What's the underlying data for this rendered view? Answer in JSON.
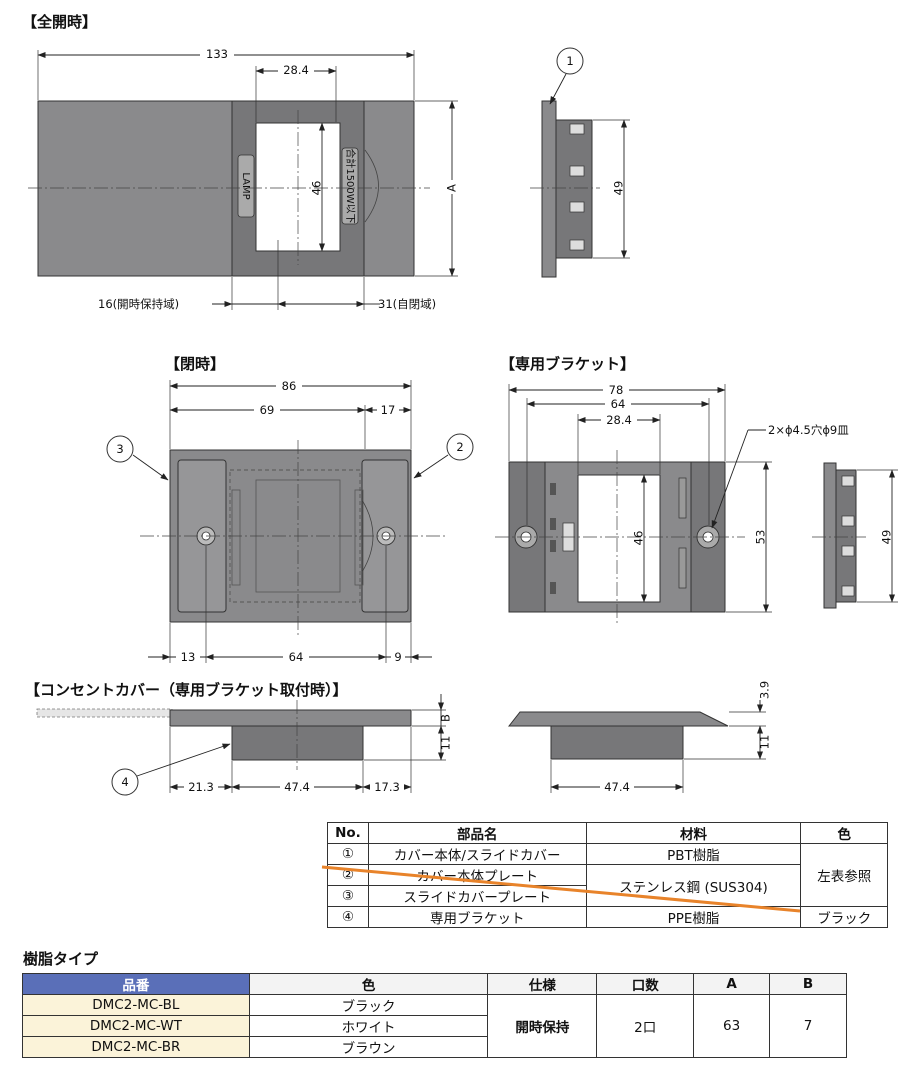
{
  "sections": {
    "full_open": "【全開時】",
    "closed": "【閉時】",
    "bracket": "【専用ブラケット】",
    "outlet": "【コンセントカバー（専用ブラケット取付時）】",
    "resin_type": "樹脂タイプ"
  },
  "dimensions": {
    "full_133": "133",
    "full_28_4": "28.4",
    "full_46": "46",
    "full_A": "A",
    "full_16": "16(開時保持域)",
    "full_31": "31(自閉域)",
    "side_49": "49",
    "closed_86": "86",
    "closed_69": "69",
    "closed_17": "17",
    "closed_13": "13",
    "closed_64": "64",
    "closed_9": "9",
    "br_78": "78",
    "br_64": "64",
    "br_28_4": "28.4",
    "br_hole": "2×ϕ4.5穴ϕ9皿",
    "br_46": "46",
    "br_53": "53",
    "br_side_49": "49",
    "oc_B": "B",
    "oc_11": "11",
    "oc_21_3": "21.3",
    "oc_47_4": "47.4",
    "oc_17_3": "17.3",
    "oc2_3_9": "3.9",
    "oc2_11": "11",
    "oc2_47_4": "47.4"
  },
  "callouts": {
    "c1": "1",
    "c2": "2",
    "c3": "3",
    "c4": "4"
  },
  "panel_marks": {
    "lamp": "LAMP",
    "rating": "合計1500W以下"
  },
  "parts_table": {
    "headers": [
      "No.",
      "部品名",
      "材料",
      "色"
    ],
    "rows": [
      {
        "no": "①",
        "name": "カバー本体/スライドカバー",
        "material": "PBT樹脂"
      },
      {
        "no": "②",
        "name": "カバー本体プレート"
      },
      {
        "no": "③",
        "name": "スライドカバープレート"
      },
      {
        "no": "④",
        "name": "専用ブラケット",
        "material": "PPE樹脂",
        "color": "ブラック"
      }
    ],
    "merged_material": "ステンレス鋼 (SUS304)",
    "merged_color": "左表参照"
  },
  "resin_table": {
    "headers": [
      "品番",
      "色",
      "仕様",
      "口数",
      "A",
      "B"
    ],
    "rows": [
      {
        "code": "DMC2-MC-BL",
        "color": "ブラック"
      },
      {
        "code": "DMC2-MC-WT",
        "color": "ホワイト"
      },
      {
        "code": "DMC2-MC-BR",
        "color": "ブラウン"
      }
    ],
    "spec": "開時保持",
    "ports": "2口",
    "a": "63",
    "b": "7"
  },
  "colors": {
    "part_gray": "#8a8a8c",
    "header_blue": "#5a6fb8",
    "code_cell": "#fbf3d9",
    "strike": "#e8832a"
  }
}
